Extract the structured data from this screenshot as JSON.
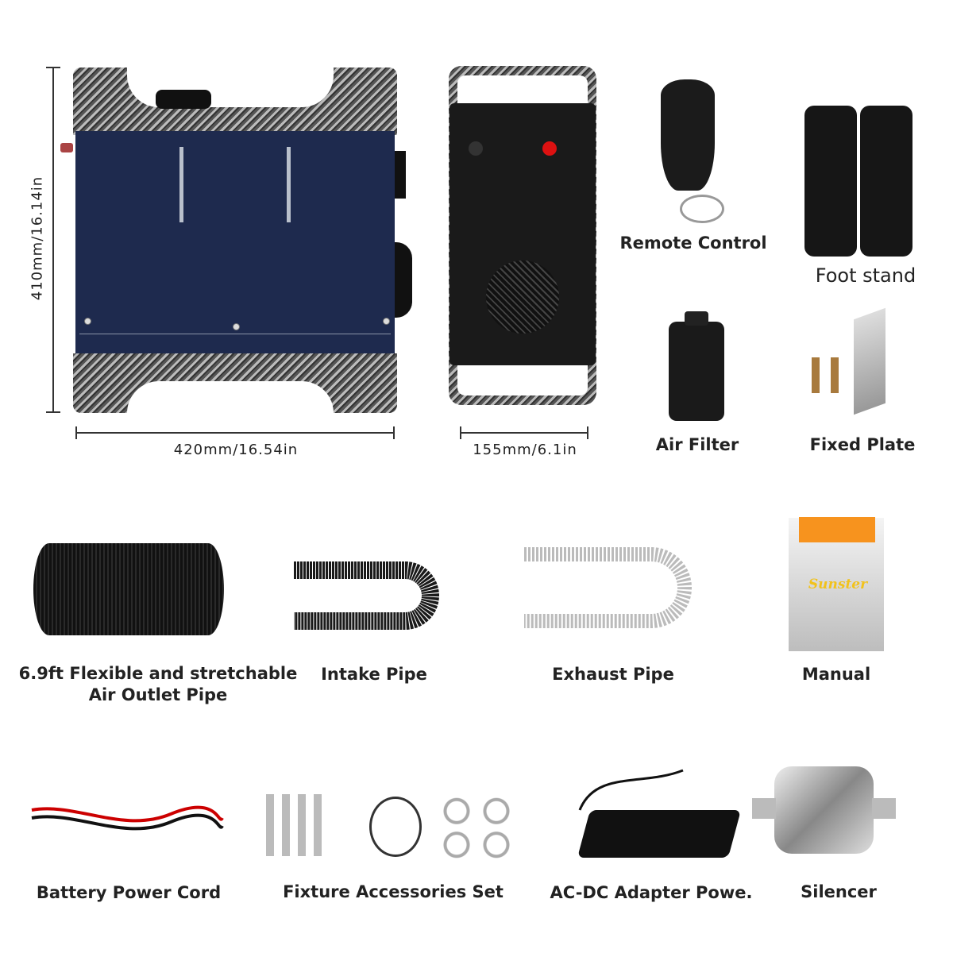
{
  "dimensions": {
    "height": "410mm/16.14in",
    "width": "420mm/16.54in",
    "depth": "155mm/6.1in"
  },
  "items": {
    "remote_control": "Remote Control",
    "foot_stand": "Foot stand",
    "air_filter": "Air Filter",
    "fixed_plate": "Fixed Plate",
    "air_outlet_pipe_line1": "6.9ft Flexible and stretchable",
    "air_outlet_pipe_line2": "Air Outlet Pipe",
    "intake_pipe": "Intake Pipe",
    "exhaust_pipe": "Exhaust Pipe",
    "manual": "Manual",
    "battery_power_cord": "Battery Power Cord",
    "fixture_accessories": "Fixture Accessories Set",
    "adapter": "AC-DC Adapter Powe.",
    "silencer": "Silencer"
  },
  "manual_brand": "Sunster",
  "colors": {
    "heater_body": "#1e2a4e",
    "manual_band": "#f7931e",
    "brand_text": "#f2c21b"
  }
}
